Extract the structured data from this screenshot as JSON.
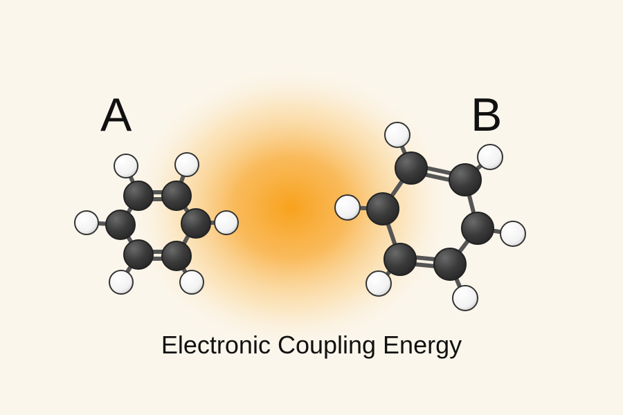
{
  "labels": {
    "molecule_a": "A",
    "molecule_b": "B",
    "caption": "Electronic Coupling Energy"
  },
  "colors": {
    "background": "#fbf6ec",
    "glow_center": "#f8a21c",
    "carbon": "#3b3b3b",
    "hydrogen": "#ffffff",
    "bond": "#555555",
    "text": "#111111"
  }
}
